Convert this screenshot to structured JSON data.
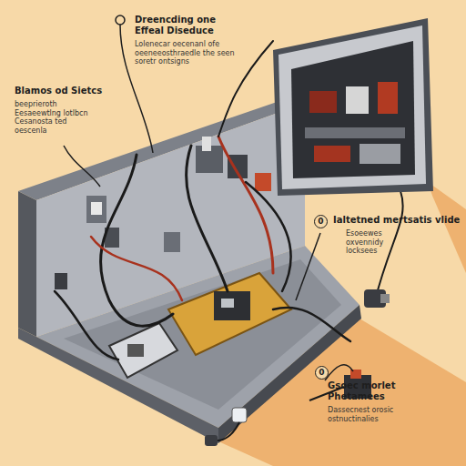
{
  "diagram": {
    "labels": [
      "Dreencding one Effeal Diseduce",
      "Lolenecar oecenanl ofe oeeneeosthraedle the seen soretr ontsigns",
      "Blamos od Sietcs",
      "beeprieroth Eesaeewtlng lotlbcn Cesanosta ted oescenla",
      "0",
      "Ialtetned mertsatis vlide",
      "Esoeewes oxvennidy locksees",
      "0",
      "Gsoec morlet Phetamees",
      "Dassecnest orosic ostnuctinalies"
    ]
  }
}
